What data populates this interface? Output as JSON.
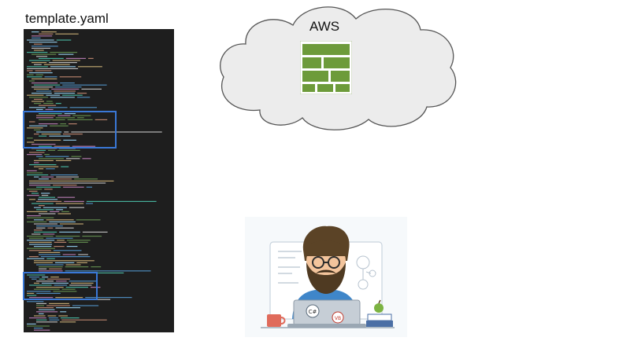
{
  "file": {
    "name": "template.yaml"
  },
  "cloud": {
    "label": "AWS",
    "icon": "aws-cloudformation-stack-icon",
    "icon_color": "#6d9b3a"
  },
  "code": {
    "background": "#1e1e1e",
    "highlight_color": "#3a78d6"
  },
  "illustration": {
    "laptop_badges": [
      "C#",
      "VB"
    ]
  }
}
